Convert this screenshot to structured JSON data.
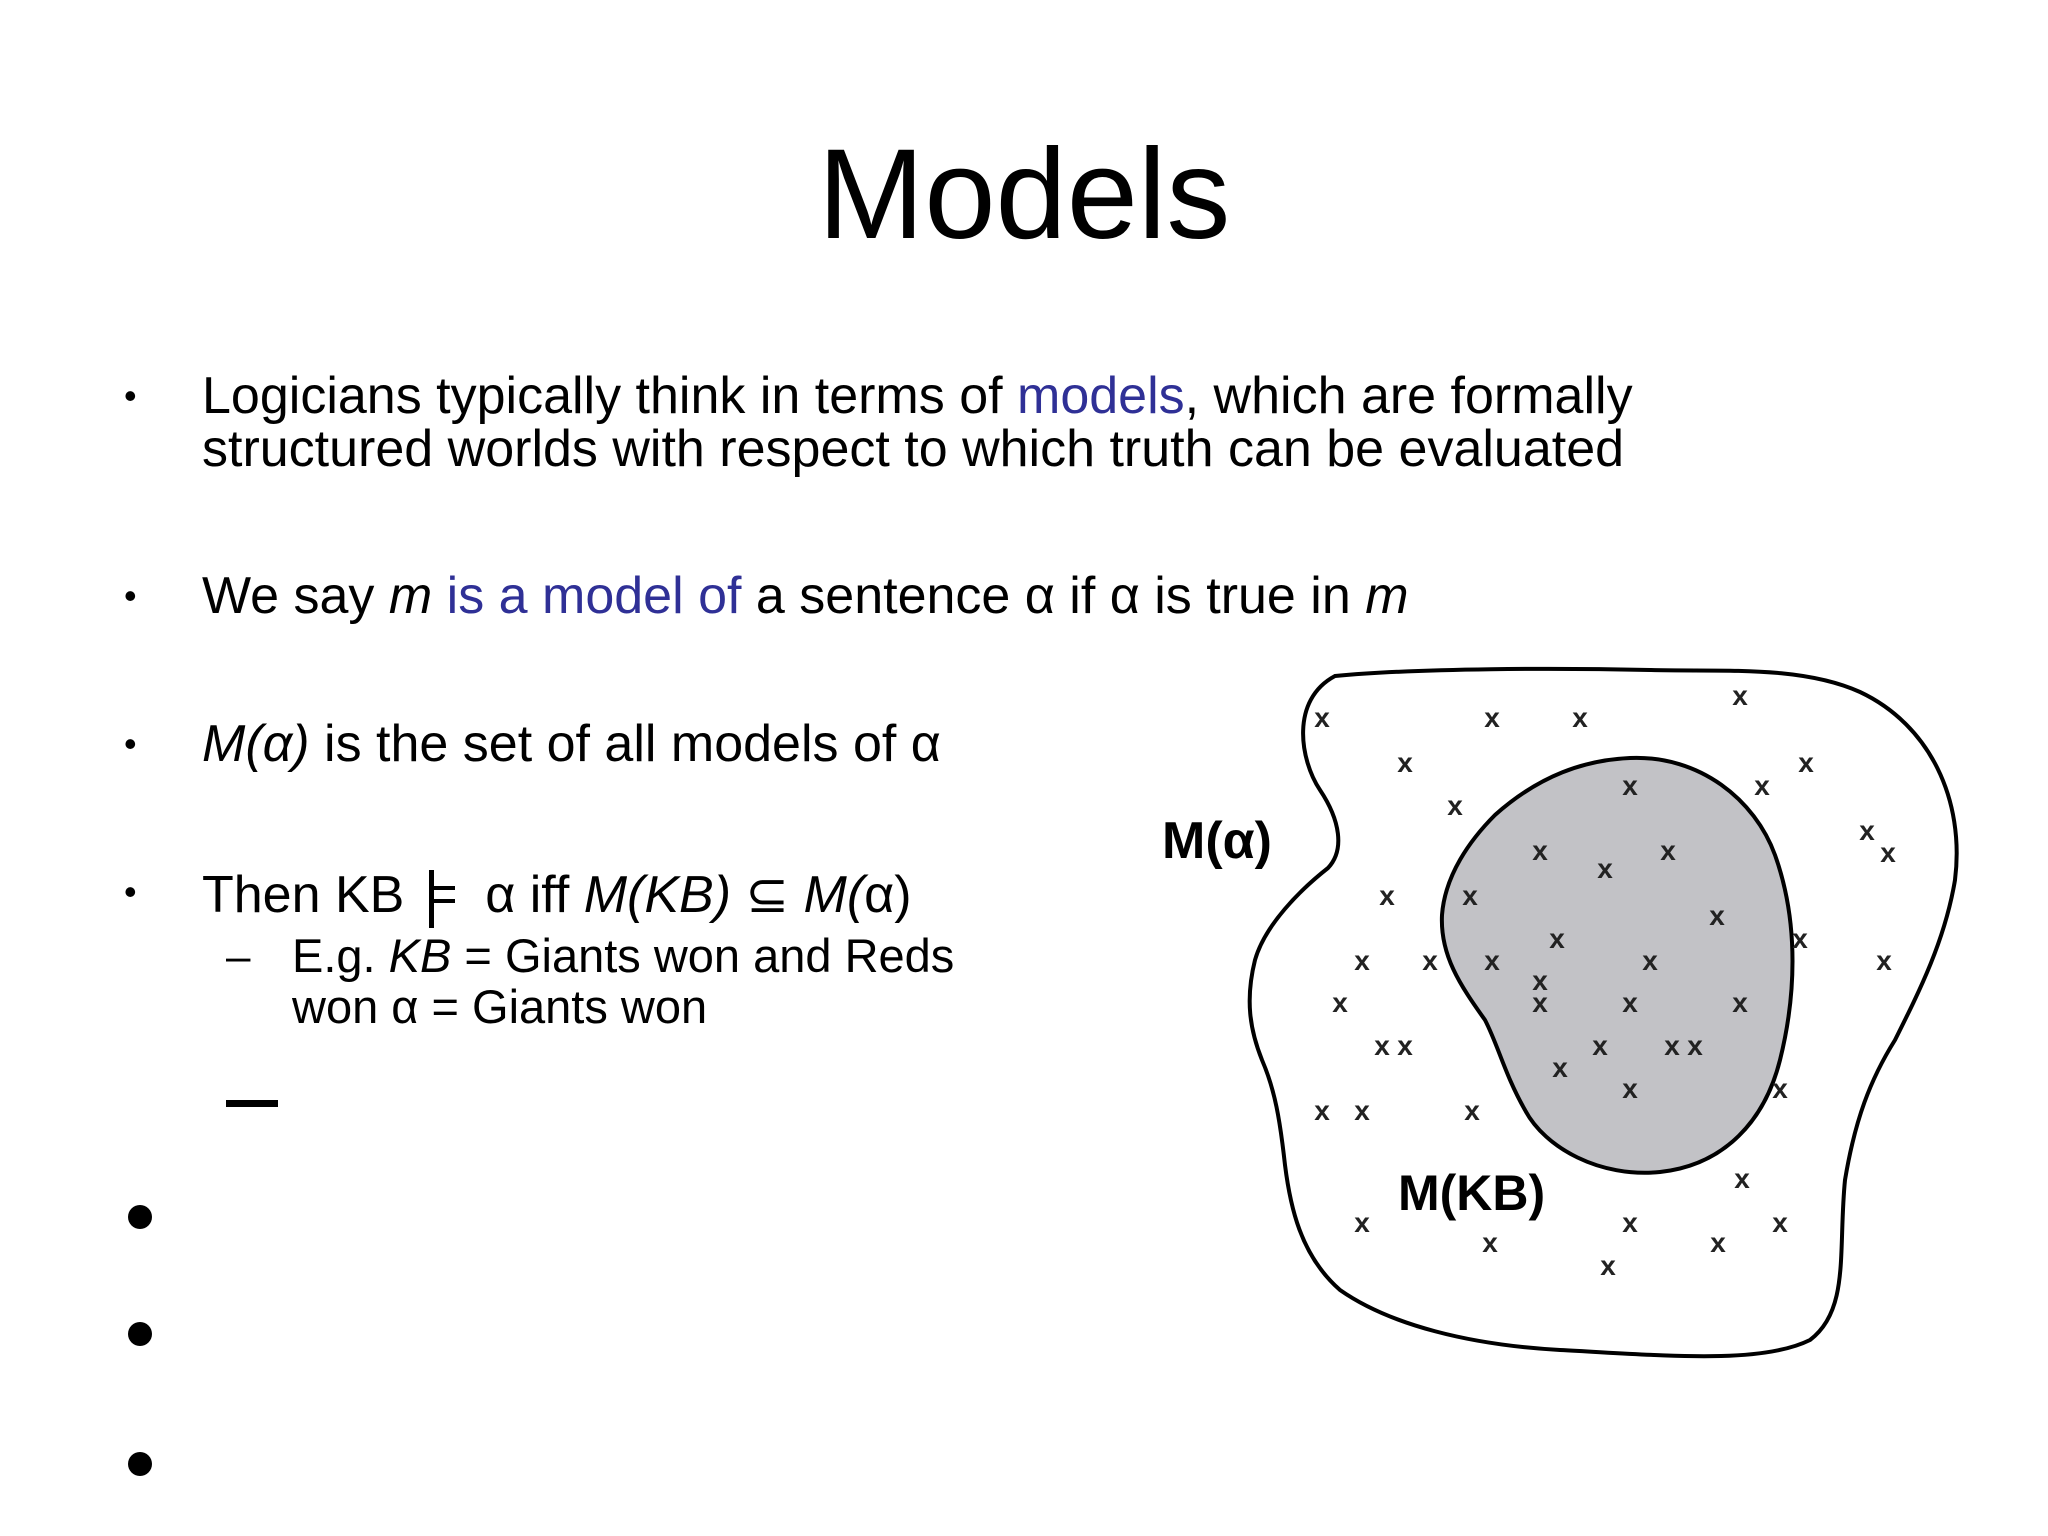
{
  "slide": {
    "title": "Models",
    "bullets": [
      {
        "line1_pre": "Logicians typically think in terms of ",
        "line1_hl": "models",
        "line1_post": ", which are formally",
        "line2": "structured worlds with respect to which truth can be evaluated"
      },
      {
        "pre": "We say ",
        "m1": "m",
        "hl": " is a model of",
        "mid": " a sentence α if α is true in ",
        "m2": "m"
      },
      {
        "m_alpha": "M(α)",
        "post": " is the set of all models of α"
      },
      {
        "pre": "Then KB ",
        "post1": " α iff ",
        "mkb": "M(KB)",
        "subset": " ⊆ ",
        "m": "M(",
        "alpha": "α)"
      }
    ],
    "sub_bullet": {
      "dash": "–",
      "pre": "E.g. ",
      "kb": "KB",
      "line1_post": " = Giants won and Reds",
      "line2": "won α = Giants won"
    }
  },
  "diagram": {
    "outer_label": "M(α)",
    "inner_label": "M(KB)",
    "marker": "x",
    "inner_fill": "#c2c2c6"
  }
}
